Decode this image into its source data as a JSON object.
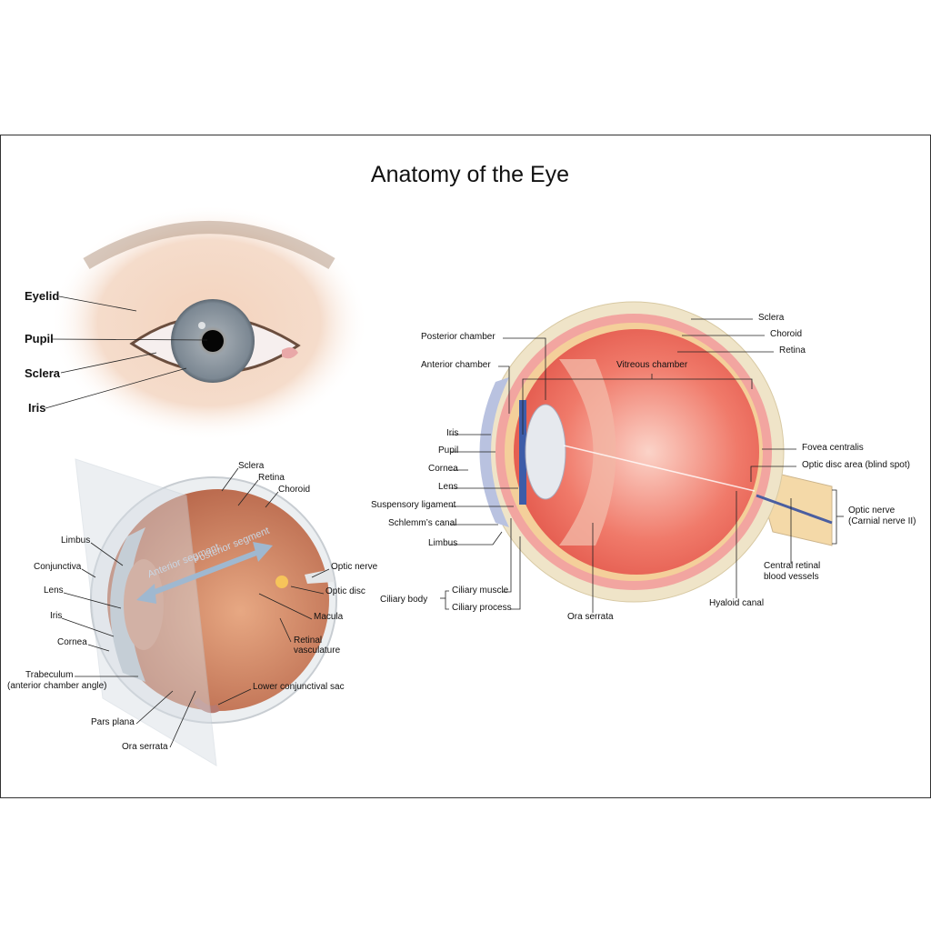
{
  "title": "Anatomy of the Eye",
  "colors": {
    "sclera": "#efe4c8",
    "choroid": "#e98c8c",
    "retina": "#e8544a",
    "iris": "#8a96a3",
    "arrow": "#9fb8d0"
  },
  "external_eye": {
    "labels": [
      "Eyelid",
      "Pupil",
      "Sclera",
      "Iris"
    ]
  },
  "cutaway_eye": {
    "segments": {
      "anterior": "Anterior segment",
      "posterior": "Posterior segment"
    },
    "labels": [
      "Sclera",
      "Retina",
      "Choroid",
      "Limbus",
      "Conjunctiva",
      "Lens",
      "Iris",
      "Cornea",
      "Trabeculum",
      "(anterior chamber angle)",
      "Pars plana",
      "Ora serrata",
      "Optic nerve",
      "Optic disc",
      "Macula",
      "Retinal",
      "vasculature",
      "Lower conjunctival sac"
    ]
  },
  "cross_section": {
    "labels": [
      "Posterior chamber",
      "Anterior chamber",
      "Vitreous chamber",
      "Sclera",
      "Choroid",
      "Retina",
      "Iris",
      "Pupil",
      "Cornea",
      "Lens",
      "Suspensory ligament",
      "Schlemm’s canal",
      "Limbus",
      "Fovea centralis",
      "Optic disc area (blind spot)",
      "Optic nerve",
      "(Carnial nerve II)",
      "Central retinal",
      "blood vessels",
      "Ciliary body",
      "Ciliary muscle",
      "Ciliary process",
      "Ora serrata",
      "Hyaloid canal"
    ]
  }
}
